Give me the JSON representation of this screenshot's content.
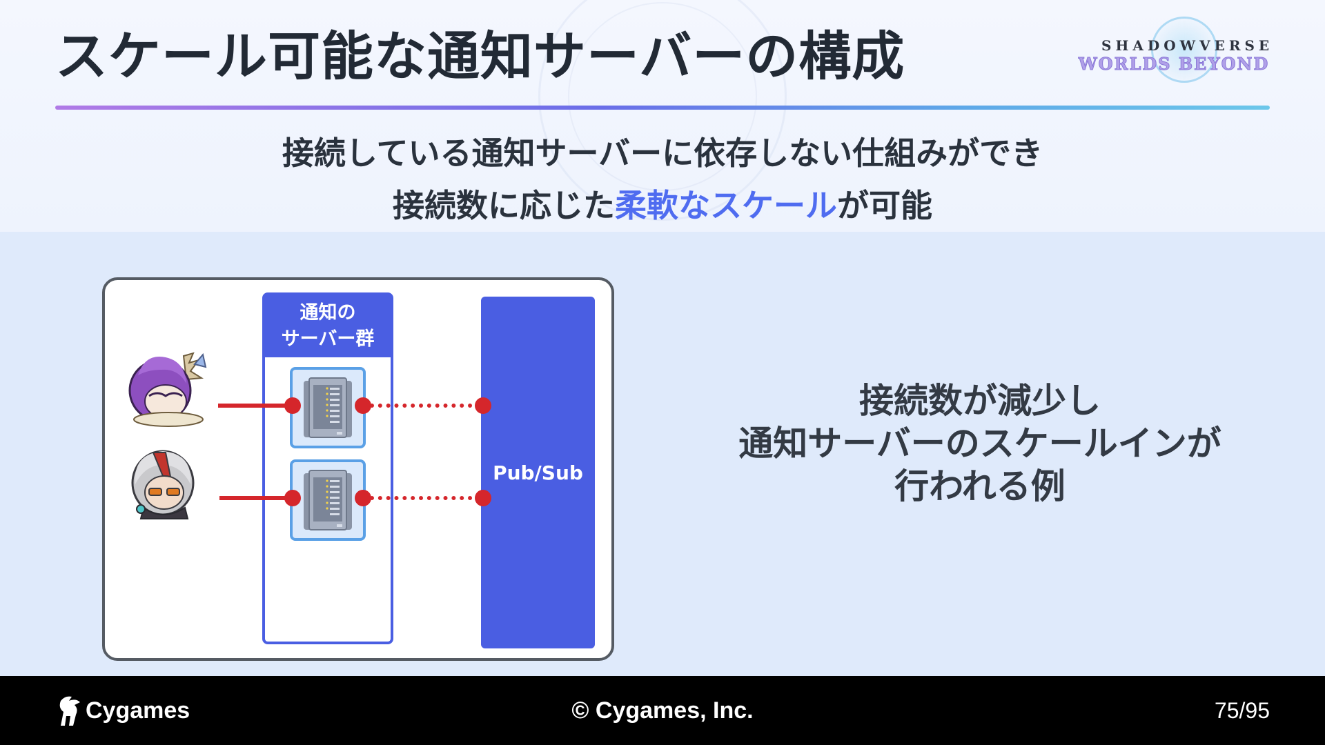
{
  "header": {
    "title": "スケール可能な通知サーバーの構成",
    "logo_line1": "SHADOWVERSE",
    "logo_line2": "WORLDS BEYOND"
  },
  "subtitle": {
    "line1": "接続している通知サーバーに依存しない仕組みができ",
    "line2_prefix": "接続数に応じた",
    "line2_highlight": "柔軟なスケール",
    "line2_suffix": "が可能"
  },
  "diagram": {
    "group_label_line1": "通知の",
    "group_label_line2": "サーバー群",
    "pubsub_label": "Pub/Sub"
  },
  "caption": {
    "line1": "接続数が減少し",
    "line2": "通知サーバーのスケールインが",
    "line3": "行われる例"
  },
  "footer": {
    "brand": "Cygames",
    "copyright": "© Cygames, Inc.",
    "page": "75/95"
  },
  "colors": {
    "accent_blue": "#4a5ee2",
    "highlight_text": "#4f6cf0",
    "connection_red": "#d5262b",
    "panel_bg": "#dfeafb"
  }
}
